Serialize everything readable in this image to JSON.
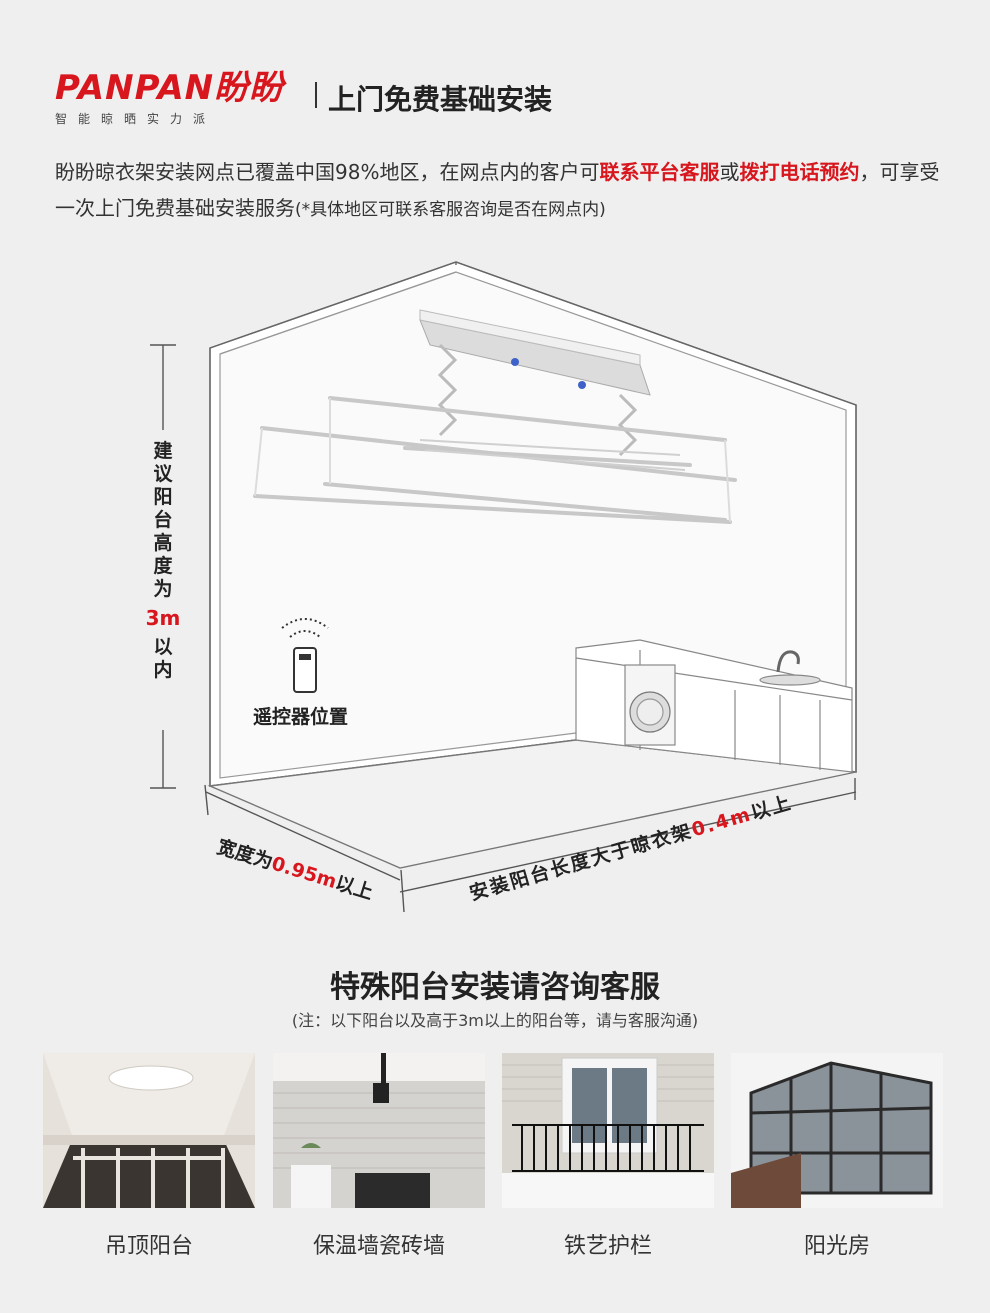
{
  "brand": {
    "logo_text": "PANPAN盼盼",
    "tagline": "智能晾晒实力派",
    "accent": "#d7161d"
  },
  "header": {
    "title": "上门免费基础安装"
  },
  "intro": {
    "part1": "盼盼晾衣架安装网点已覆盖中国98%地区，在网点内的客户可",
    "hl1": "联系平台客服",
    "part2": "或",
    "hl2": "拨打电话预约",
    "part3": "，可享受一次上门免费基础安装服务",
    "note": "(*具体地区可联系客服咨询是否在网点内)"
  },
  "diagram": {
    "height_prefix": "建议阳台高度为",
    "height_value": "3m",
    "height_suffix": "以内",
    "remote_label": "遥控器位置",
    "width_prefix": "宽度为",
    "width_value": "0.95m",
    "width_suffix": "以上",
    "length_prefix": "安装阳台长度大于晾衣架",
    "length_value": "0.4m",
    "length_suffix": "以上"
  },
  "special": {
    "title": "特殊阳台安装请咨询客服",
    "subtitle": "(注：以下阳台以及高于3m以上的阳台等，请与客服沟通)",
    "items": [
      {
        "label": "吊顶阳台"
      },
      {
        "label": "保温墙瓷砖墙"
      },
      {
        "label": "铁艺护栏"
      },
      {
        "label": "阳光房"
      }
    ]
  }
}
